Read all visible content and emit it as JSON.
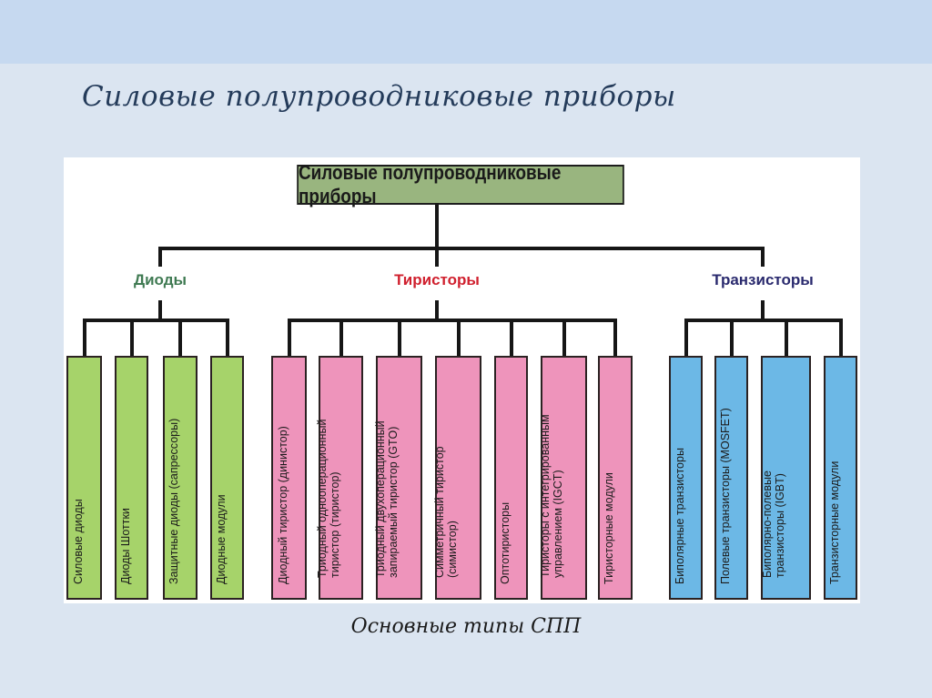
{
  "slide": {
    "title": "Силовые полупроводниковые приборы",
    "caption": "Основные типы СПП"
  },
  "diagram": {
    "root": "Силовые полупроводниковые приборы",
    "colors": {
      "root": "#99b57f",
      "diodes_label": "#3f7a52",
      "thyristors_label": "#d0202e",
      "transistors_label": "#2a2a6e",
      "diodes_box": "#a6d36a",
      "thyristors_box": "#ee94bb",
      "transistors_box": "#6cb8e6"
    },
    "categories": [
      {
        "label": "Диоды",
        "children": [
          [
            "Силовые диоды"
          ],
          [
            "Диоды Шоттки"
          ],
          [
            "Защитные диоды (сапрессоры)"
          ],
          [
            "Диодные  модули"
          ]
        ]
      },
      {
        "label": "Тиристоры",
        "children": [
          [
            "Диодный тиристор (динистор)"
          ],
          [
            "Триодный однооперационный",
            "тиристор (тиристор)"
          ],
          [
            "Триодный двухоперационный",
            "запираемый тиристор (GTO)"
          ],
          [
            "Симметричный тиристор",
            "(симистор)"
          ],
          [
            "Оптотиристоры"
          ],
          [
            "Тиристоры с интегрированным",
            "управлением (IGCT)"
          ],
          [
            "Тиристорные модули"
          ]
        ]
      },
      {
        "label": "Транзисторы",
        "children": [
          [
            "Биполярные транзисторы"
          ],
          [
            "Полевые транзисторы (MOSFET)"
          ],
          [
            "Биполярно-полевые",
            "транзисторы  (IGBT)"
          ],
          [
            "Транзисторные модули"
          ]
        ]
      }
    ]
  }
}
